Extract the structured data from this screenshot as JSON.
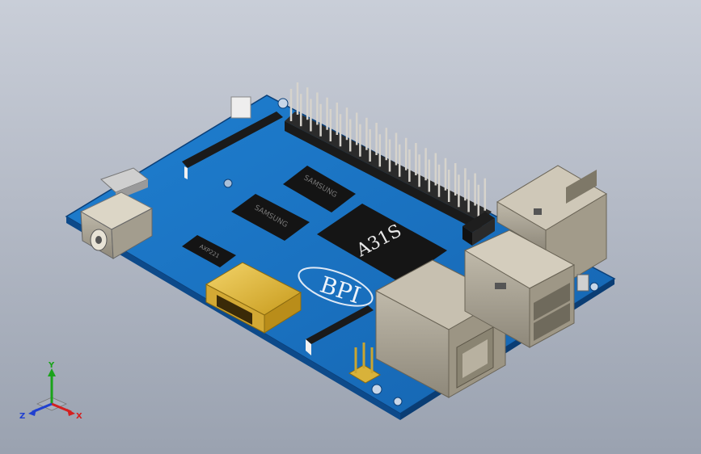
{
  "viewport": {
    "board": {
      "soc_label": "A31S",
      "brand_label": "BPI",
      "ram_chips": [
        "SAMSUNG",
        "SAMSUNG"
      ],
      "small_chip_label": "AXP221"
    }
  },
  "triad": {
    "x_label": "X",
    "y_label": "Y",
    "z_label": "Z",
    "colors": {
      "x": "#d42020",
      "y": "#1aa31a",
      "z": "#2040d0"
    }
  }
}
